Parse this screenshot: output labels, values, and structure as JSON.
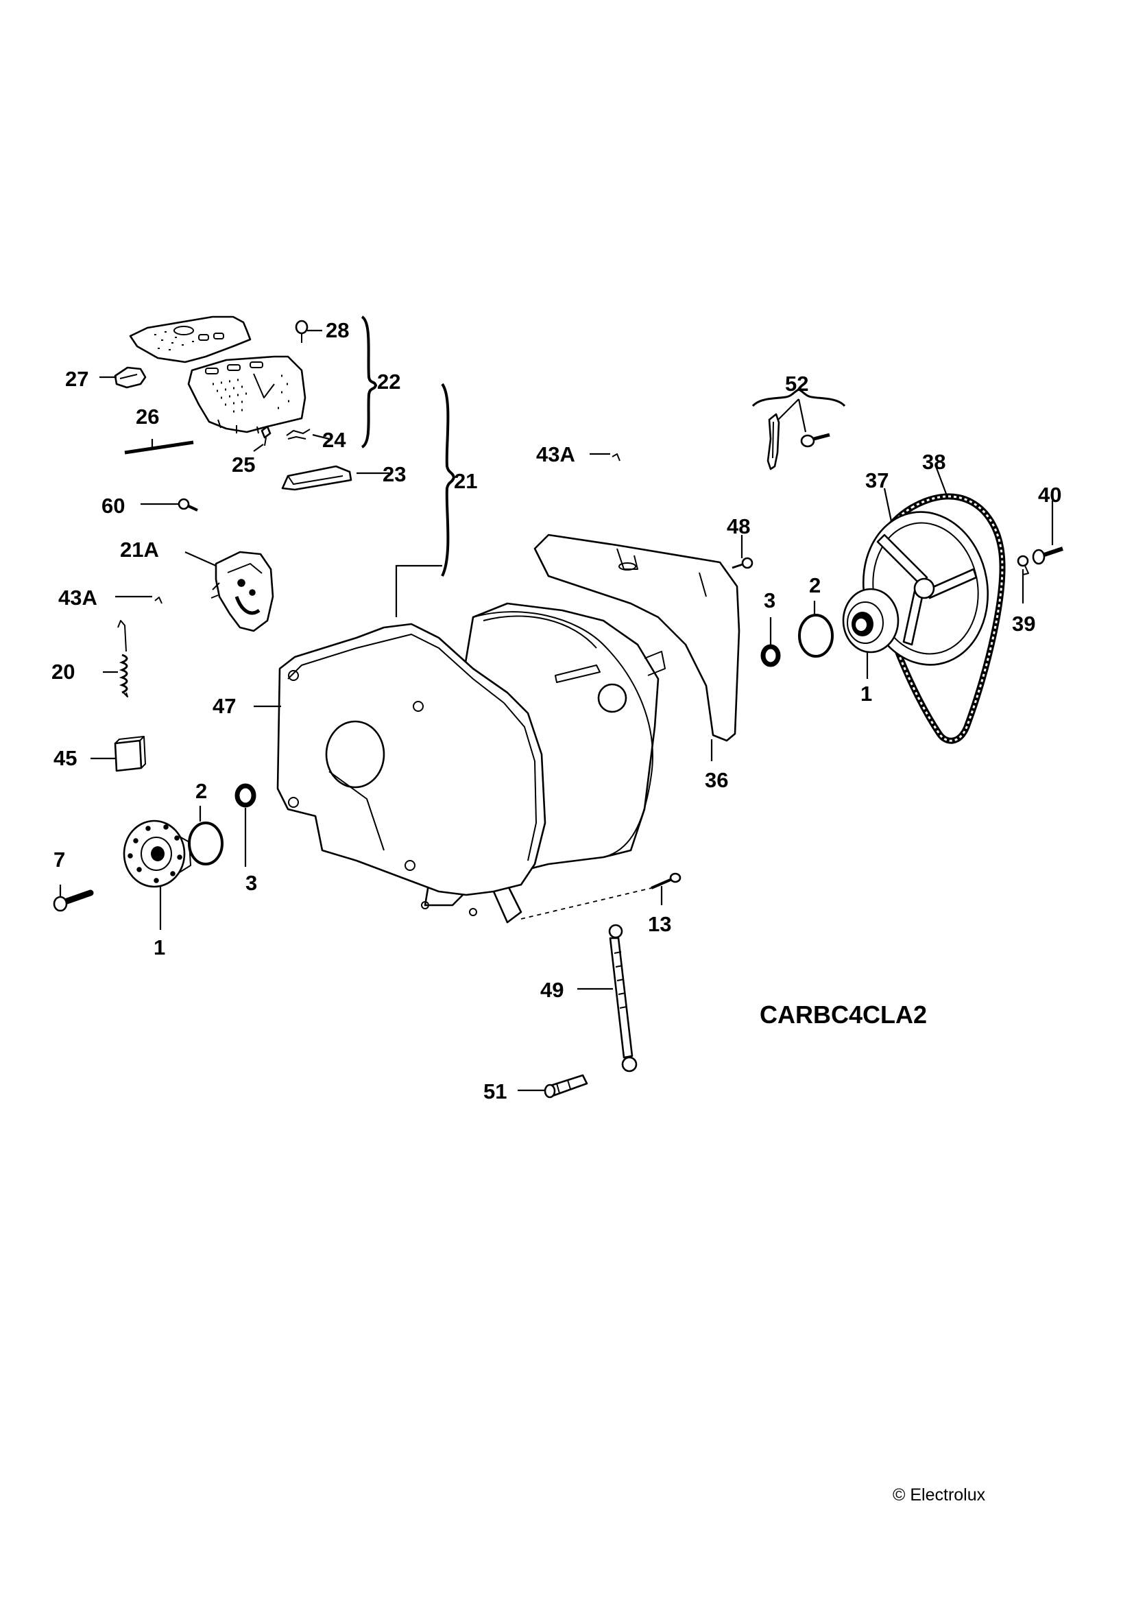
{
  "diagram_code": "CARBC4CLA2",
  "copyright": "© Electrolux",
  "labels": {
    "n28": "28",
    "n27": "27",
    "n22": "22",
    "n26": "26",
    "n24": "24",
    "n25": "25",
    "n23": "23",
    "n21": "21",
    "n60": "60",
    "n43a_top": "43A",
    "n52": "52",
    "n37": "37",
    "n38": "38",
    "n40": "40",
    "n48": "48",
    "n21a": "21A",
    "n43a_left": "43A",
    "n3_right": "3",
    "n2_right": "2",
    "n39": "39",
    "n20": "20",
    "n1_right": "1",
    "n47": "47",
    "n45": "45",
    "n36": "36",
    "n2_left": "2",
    "n7": "7",
    "n3_left": "3",
    "n13": "13",
    "n1_left": "1",
    "n49": "49",
    "n51": "51"
  }
}
